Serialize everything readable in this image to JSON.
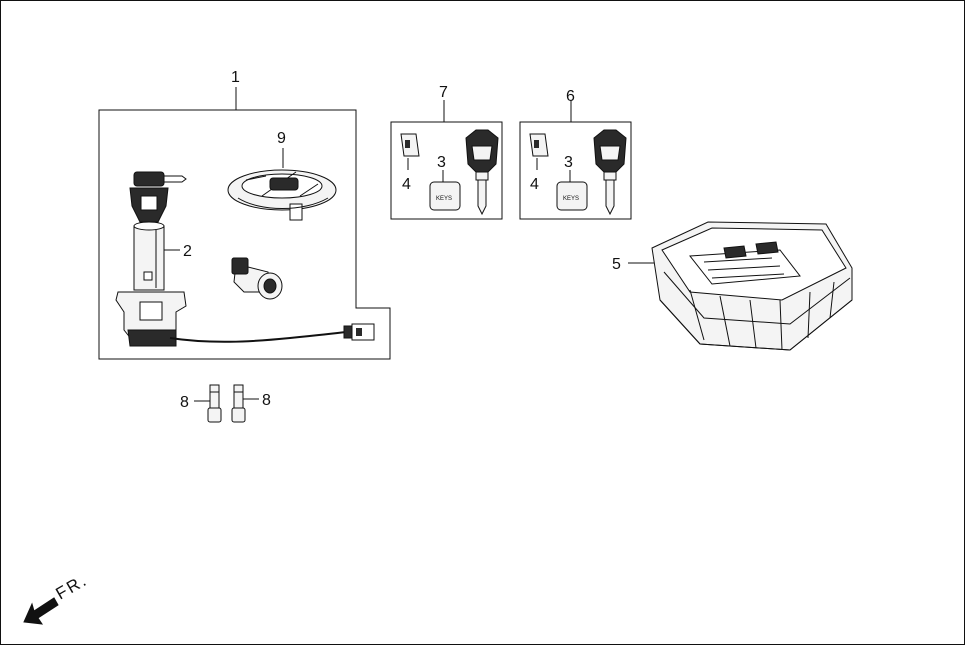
{
  "diagram": {
    "callouts": {
      "c1": "1",
      "c2": "2",
      "c3a": "3",
      "c3b": "3",
      "c4a": "4",
      "c4b": "4",
      "c5": "5",
      "c6": "6",
      "c7": "7",
      "c8a": "8",
      "c8b": "8",
      "c9": "9"
    },
    "direction_label": "FR.",
    "key_brand_text": "KEYS",
    "colors": {
      "line": "#111111",
      "background": "#ffffff",
      "part_fill": "#f4f4f4",
      "dark_fill": "#2a2a2a"
    }
  }
}
